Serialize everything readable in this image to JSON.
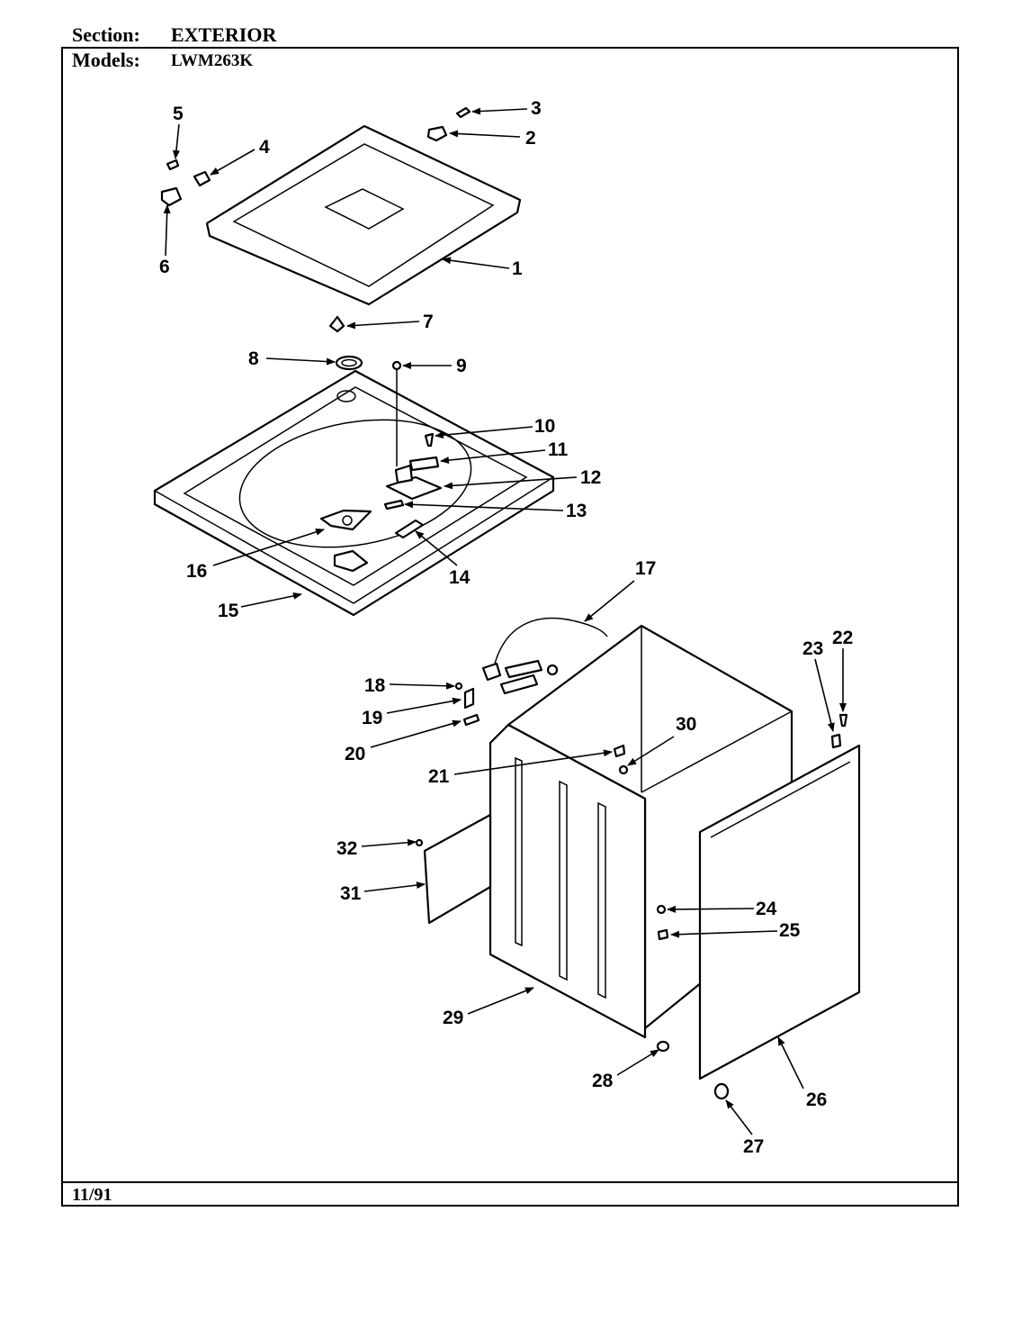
{
  "header": {
    "section_label": "Section:",
    "section_value": "EXTERIOR",
    "models_label": "Models:",
    "models_value": "LWM263K"
  },
  "footer": {
    "date": "11/91"
  },
  "callouts": [
    "1",
    "2",
    "3",
    "4",
    "5",
    "6",
    "7",
    "8",
    "9",
    "10",
    "11",
    "12",
    "13",
    "14",
    "15",
    "16",
    "17",
    "18",
    "19",
    "20",
    "21",
    "22",
    "23",
    "24",
    "25",
    "26",
    "27",
    "28",
    "29",
    "30",
    "31",
    "32"
  ]
}
